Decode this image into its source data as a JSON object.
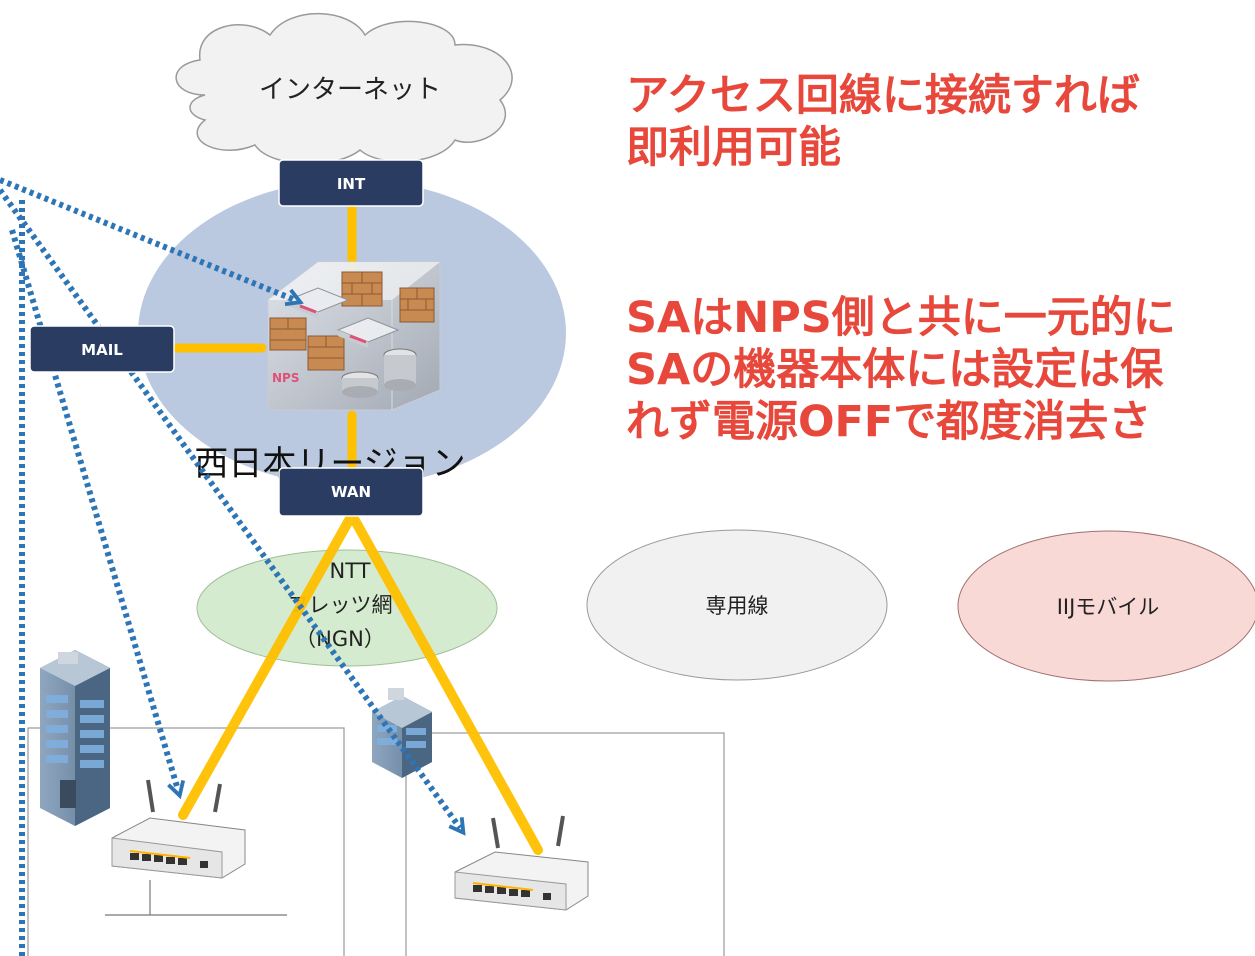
{
  "diagram": {
    "internet_label": "インターネット",
    "region_label": "西日本リージョン",
    "nps_label": "NPS",
    "badges": {
      "int": "INT",
      "mail": "MAIL",
      "wan": "WAN"
    },
    "networks": {
      "ntt_line1": "NTT",
      "ntt_line2": "フレッツ網",
      "ntt_line3": "（NGN）",
      "dedicated": "専用線",
      "mobile": "IIJモバイル"
    },
    "headline_1": [
      "アクセス回線に接続すれば",
      "即利用可能"
    ],
    "headline_2": [
      "SAはNPS側と共に一元的に",
      "SAの機器本体には設定は保",
      "れず電源OFFで都度消去さ"
    ]
  },
  "colors": {
    "accent_red": "#e8483b",
    "badge_navy": "#2b3c63",
    "link_yellow": "#ffc000",
    "dotted_blue": "#2e75b6",
    "region_blue": "#b6c6de",
    "ngn_green": "#d5ebcf",
    "mobile_pink": "#f9d9d6"
  },
  "icons": [
    "cloud-icon",
    "firewall-icon",
    "router-icon",
    "server-icon",
    "building-icon",
    "access-router-icon"
  ]
}
